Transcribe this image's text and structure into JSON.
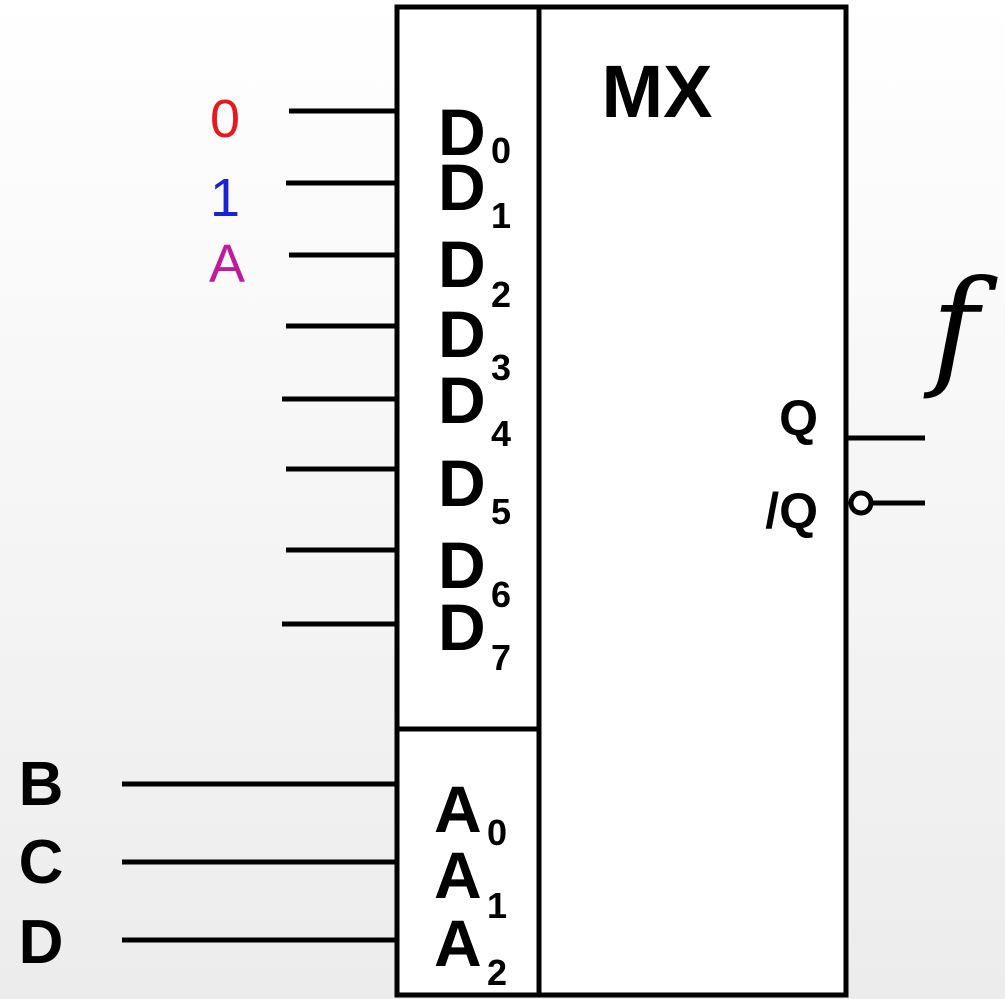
{
  "block": {
    "title": "MX"
  },
  "data_inputs": [
    {
      "name": "D",
      "sub": "0",
      "signal": "0",
      "signal_color": "#e8191e"
    },
    {
      "name": "D",
      "sub": "1",
      "signal": "1",
      "signal_color": "#1a22d6"
    },
    {
      "name": "D",
      "sub": "2",
      "signal": "A",
      "signal_color": "#c21a9e"
    },
    {
      "name": "D",
      "sub": "3",
      "signal": ""
    },
    {
      "name": "D",
      "sub": "4",
      "signal": ""
    },
    {
      "name": "D",
      "sub": "5",
      "signal": ""
    },
    {
      "name": "D",
      "sub": "6",
      "signal": ""
    },
    {
      "name": "D",
      "sub": "7",
      "signal": ""
    }
  ],
  "address_inputs": [
    {
      "name": "A",
      "sub": "0",
      "signal": "B"
    },
    {
      "name": "A",
      "sub": "1",
      "signal": "C"
    },
    {
      "name": "A",
      "sub": "2",
      "signal": "D"
    }
  ],
  "outputs": {
    "q": "Q",
    "q_inv": "/Q",
    "function_label": "f"
  }
}
